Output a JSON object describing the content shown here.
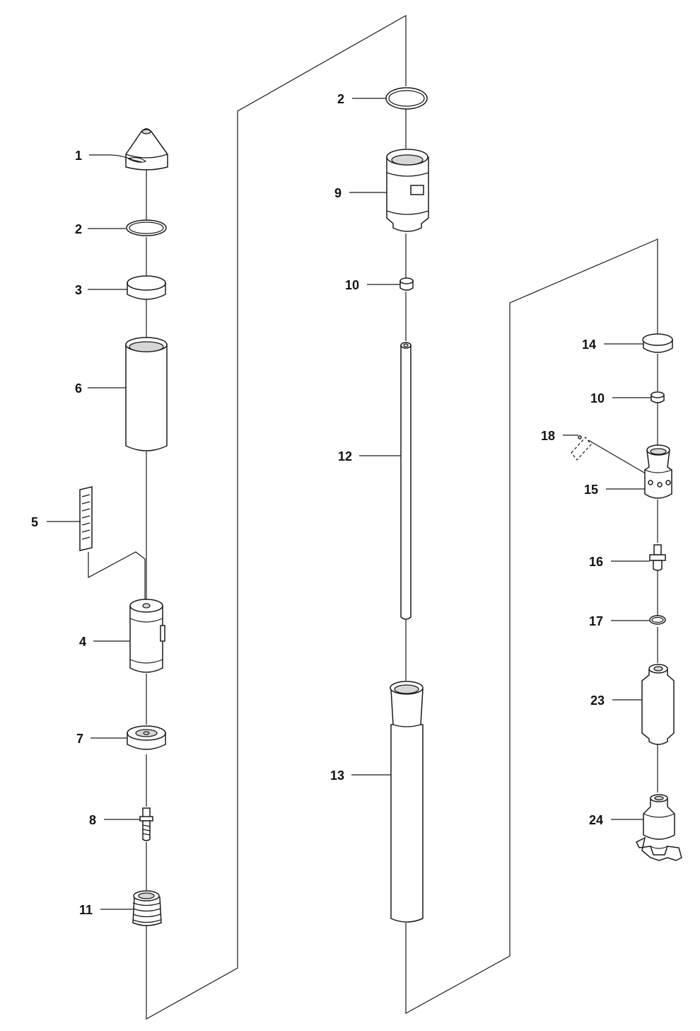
{
  "diagram": {
    "callouts": [
      {
        "id": "c1",
        "label": "1"
      },
      {
        "id": "c2a",
        "label": "2"
      },
      {
        "id": "c3",
        "label": "3"
      },
      {
        "id": "c6",
        "label": "6"
      },
      {
        "id": "c5",
        "label": "5"
      },
      {
        "id": "c4",
        "label": "4"
      },
      {
        "id": "c7",
        "label": "7"
      },
      {
        "id": "c8",
        "label": "8"
      },
      {
        "id": "c11",
        "label": "11"
      },
      {
        "id": "c2b",
        "label": "2"
      },
      {
        "id": "c9",
        "label": "9"
      },
      {
        "id": "c10a",
        "label": "10"
      },
      {
        "id": "c12",
        "label": "12"
      },
      {
        "id": "c13",
        "label": "13"
      },
      {
        "id": "c14",
        "label": "14"
      },
      {
        "id": "c10b",
        "label": "10"
      },
      {
        "id": "c18",
        "label": "18"
      },
      {
        "id": "c15",
        "label": "15"
      },
      {
        "id": "c16",
        "label": "16"
      },
      {
        "id": "c17",
        "label": "17"
      },
      {
        "id": "c23",
        "label": "23"
      },
      {
        "id": "c24",
        "label": "24"
      }
    ]
  }
}
